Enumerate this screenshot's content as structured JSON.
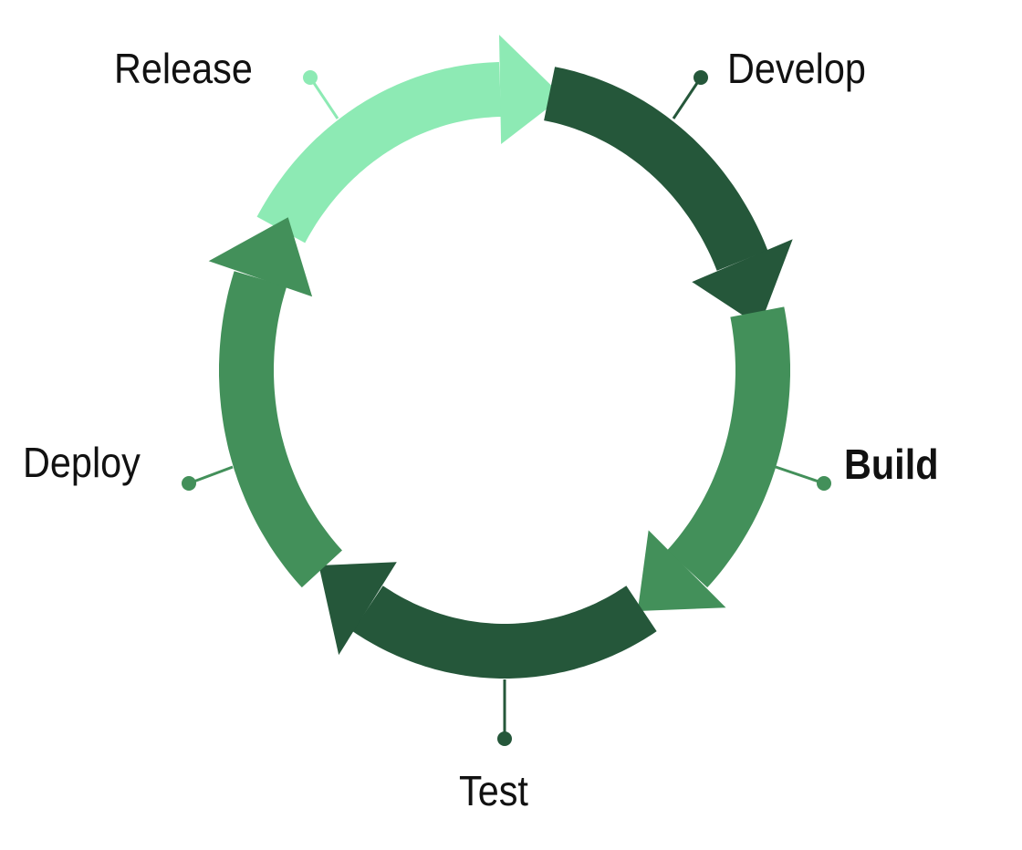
{
  "title": "DevOps lifecycle",
  "stages": [
    {
      "label": "Develop",
      "color": "#25573a",
      "bold": false
    },
    {
      "label": "Build",
      "color": "#43905a",
      "bold": true
    },
    {
      "label": "Test",
      "color": "#25573a",
      "bold": false
    },
    {
      "label": "Deploy",
      "color": "#43905a",
      "bold": false
    },
    {
      "label": "Release",
      "color": "#8deab4",
      "bold": false
    }
  ]
}
